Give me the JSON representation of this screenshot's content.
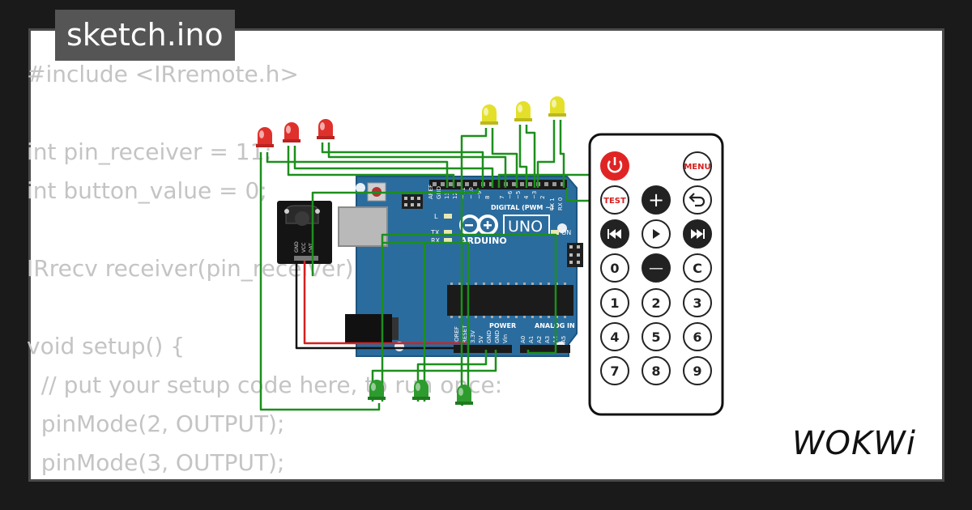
{
  "file": {
    "name": "sketch.ino"
  },
  "code_lines": [
    "#include <IRremote.h>",
    "",
    "int pin_receiver = 11;",
    "int button_value = 0;",
    "",
    "IRrecv receiver(pin_receiver);",
    "",
    "void setup() {",
    "  // put your setup code here, to run once:",
    "  pinMode(2, OUTPUT);",
    "  pinMode(3, OUTPUT);"
  ],
  "board": {
    "logo_text": "UNO",
    "brand_text": "ARDUINO",
    "digital_label": "DIGITAL (PWM ~)",
    "power_label": "POWER",
    "analog_label": "ANALOG IN",
    "on_label": "ON",
    "l_label": "L",
    "tx_label": "TX",
    "rx_label": "RX",
    "header_pins_top": [
      "AREF",
      "GND",
      "13",
      "12",
      "~11",
      "~10",
      "~9",
      "8",
      "7",
      "~6",
      "~5",
      "4",
      "~3",
      "2",
      "TX 1",
      "RX 0"
    ],
    "header_pins_bottom": [
      "IOREF",
      "RESET",
      "3.3V",
      "5V",
      "GND",
      "GND",
      "Vin",
      "A0",
      "A1",
      "A2",
      "A3",
      "A4",
      "A5"
    ]
  },
  "ir_receiver": {
    "pin_labels": [
      "GND",
      "VCC",
      "DAT"
    ]
  },
  "remote": {
    "buttons": [
      {
        "id": "power",
        "label": "",
        "icon": "power-icon"
      },
      {
        "id": "menu",
        "label": "MENU"
      },
      {
        "id": "test",
        "label": "TEST"
      },
      {
        "id": "plus",
        "label": "+"
      },
      {
        "id": "back",
        "label": "",
        "icon": "back-arrow-icon"
      },
      {
        "id": "prev",
        "label": "",
        "icon": "rewind-icon"
      },
      {
        "id": "play",
        "label": "",
        "icon": "play-icon"
      },
      {
        "id": "next",
        "label": "",
        "icon": "fast-forward-icon"
      },
      {
        "id": "zero",
        "label": "0"
      },
      {
        "id": "minus",
        "label": "—"
      },
      {
        "id": "c",
        "label": "C"
      },
      {
        "id": "one",
        "label": "1"
      },
      {
        "id": "two",
        "label": "2"
      },
      {
        "id": "three",
        "label": "3"
      },
      {
        "id": "four",
        "label": "4"
      },
      {
        "id": "five",
        "label": "5"
      },
      {
        "id": "six",
        "label": "6"
      },
      {
        "id": "seven",
        "label": "7"
      },
      {
        "id": "eight",
        "label": "8"
      },
      {
        "id": "nine",
        "label": "9"
      }
    ]
  },
  "brand": {
    "text": "WOKWi"
  },
  "colors": {
    "board": "#2b6c9e",
    "wire_green": "#1c8f1c",
    "led_red": "#e0302c",
    "led_yellow": "#e4e02a",
    "led_green": "#2e9b2e",
    "remote_power": "#e02424"
  }
}
